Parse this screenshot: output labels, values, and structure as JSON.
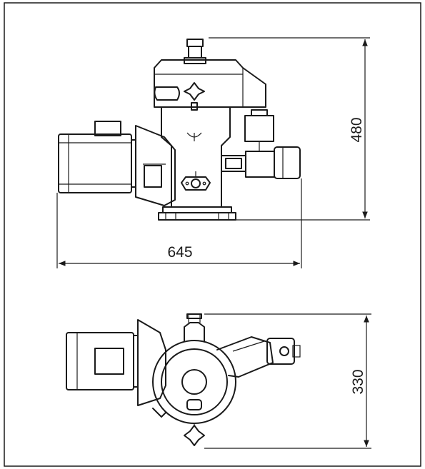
{
  "drawing": {
    "dimensions": {
      "height_label": "480",
      "width_label": "645",
      "depth_label": "330"
    },
    "colors": {
      "line": "#1a1a1a",
      "background": "#ffffff"
    }
  }
}
